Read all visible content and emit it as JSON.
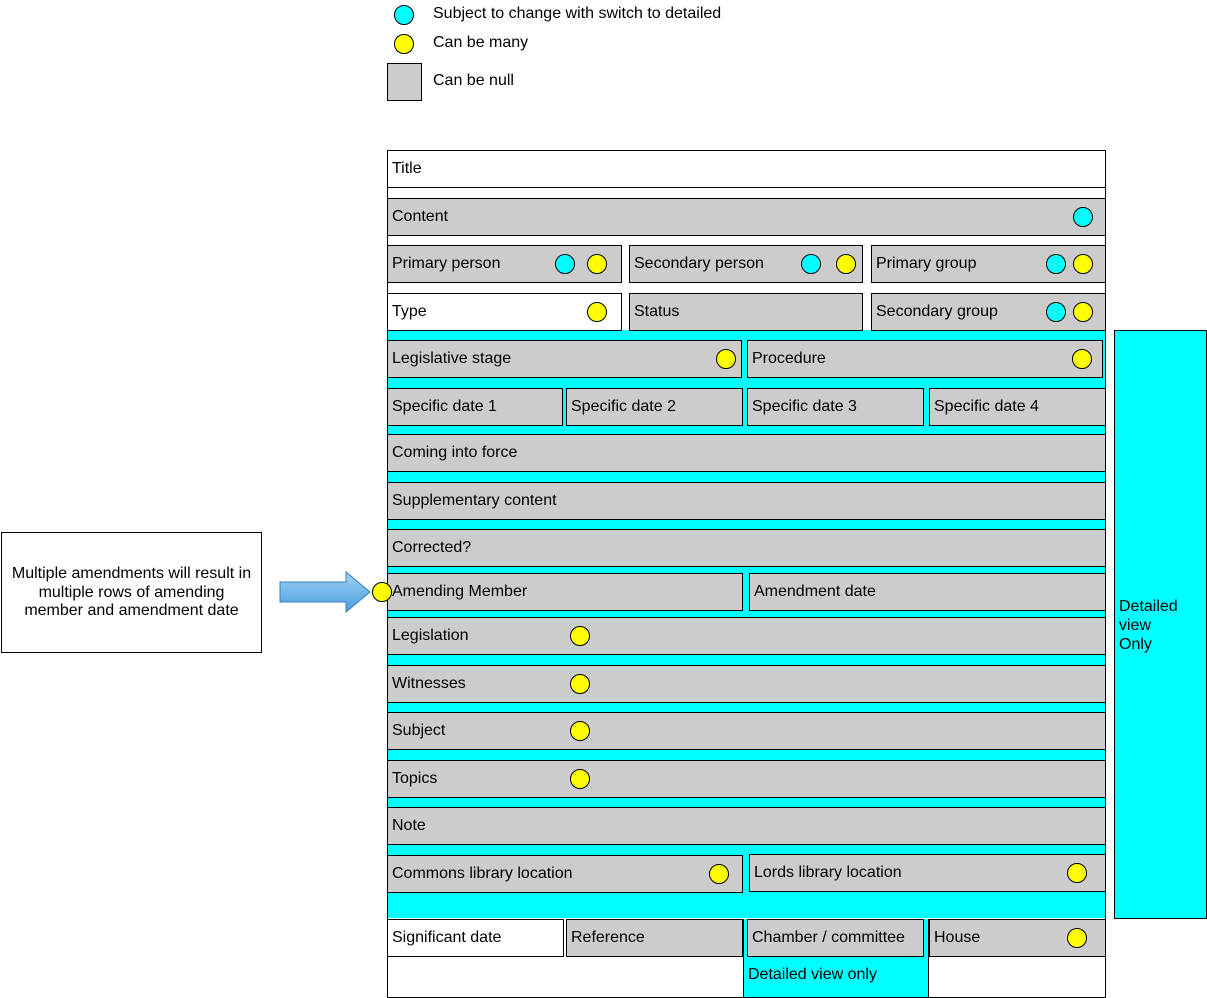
{
  "legend": {
    "cyan": "Subject to change with switch to detailed",
    "yellow": "Can be many",
    "gray": "Can be null"
  },
  "fields": {
    "title": "Title",
    "content": "Content",
    "primary_person": "Primary person",
    "secondary_person": "Secondary person",
    "primary_group": "Primary group",
    "type": "Type",
    "status": "Status",
    "secondary_group": "Secondary group",
    "legislative_stage": "Legislative stage",
    "procedure": "Procedure",
    "specific_date_1": "Specific date 1",
    "specific_date_2": "Specific date 2",
    "specific_date_3": "Specific date 3",
    "specific_date_4": "Specific date 4",
    "coming_into_force": "Coming into force",
    "supplementary_content": "Supplementary content",
    "corrected": "Corrected?",
    "amending_member": "Amending Member",
    "amendment_date": "Amendment date",
    "legislation": "Legislation",
    "witnesses": "Witnesses",
    "subject": "Subject",
    "topics": "Topics",
    "note": "Note",
    "commons_library_location": "Commons library location",
    "lords_library_location": "Lords library location",
    "significant_date": "Significant date",
    "reference": "Reference",
    "chamber_committee": "Chamber / committee",
    "house": "House"
  },
  "detailed_sidebar": [
    "Detailed",
    "view",
    "Only"
  ],
  "detailed_view_only": "Detailed view only",
  "annotation": [
    "Multiple amendments will result in",
    "multiple rows of amending",
    "member and amendment date"
  ],
  "colors": {
    "cyan": "#00ffff",
    "yellow": "#ffff00",
    "gray": "#cccccc",
    "arrow": "#6fb6ec"
  }
}
